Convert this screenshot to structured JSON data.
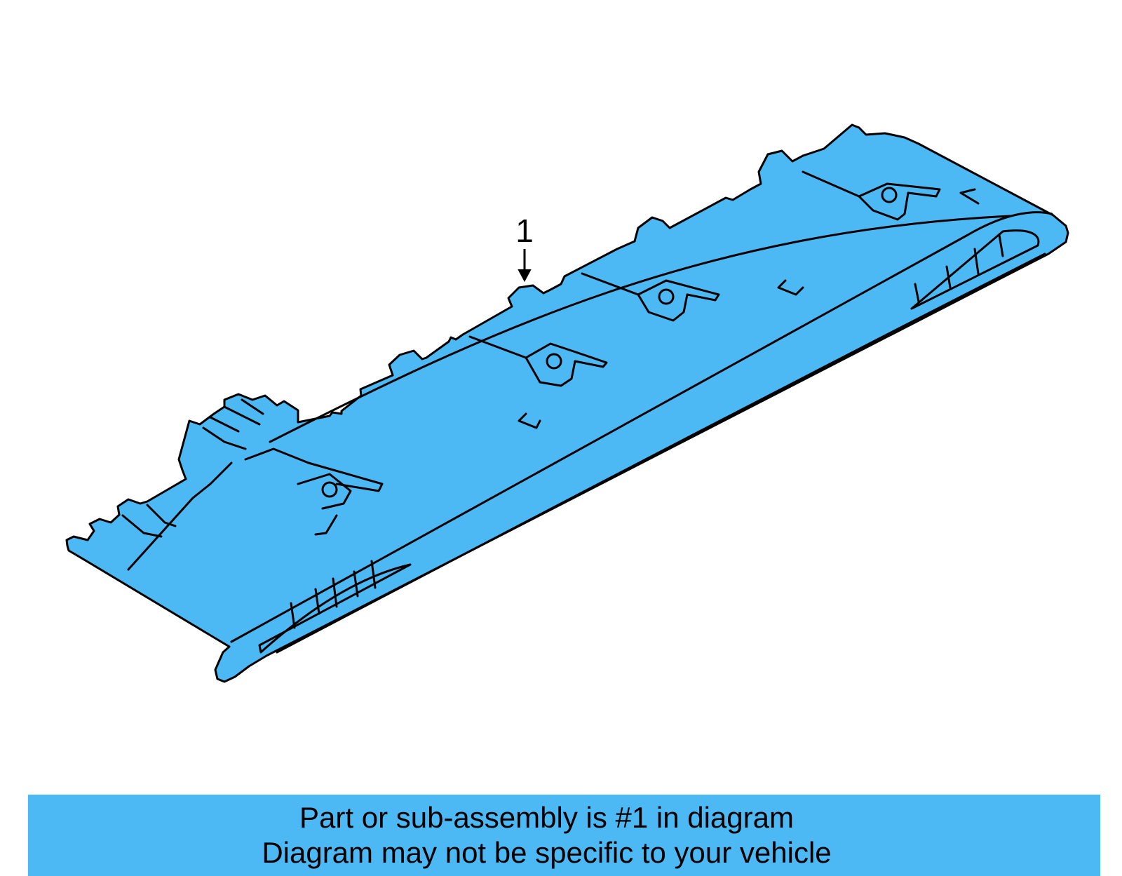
{
  "diagram": {
    "part_color": "#4cb9f5",
    "outline_color": "#000000",
    "callouts": [
      {
        "label": "1"
      }
    ]
  },
  "caption": {
    "background": "#4cb9f5",
    "line1": "Part or sub-assembly is #1 in diagram",
    "line2": "Diagram may not be specific to your vehicle"
  }
}
